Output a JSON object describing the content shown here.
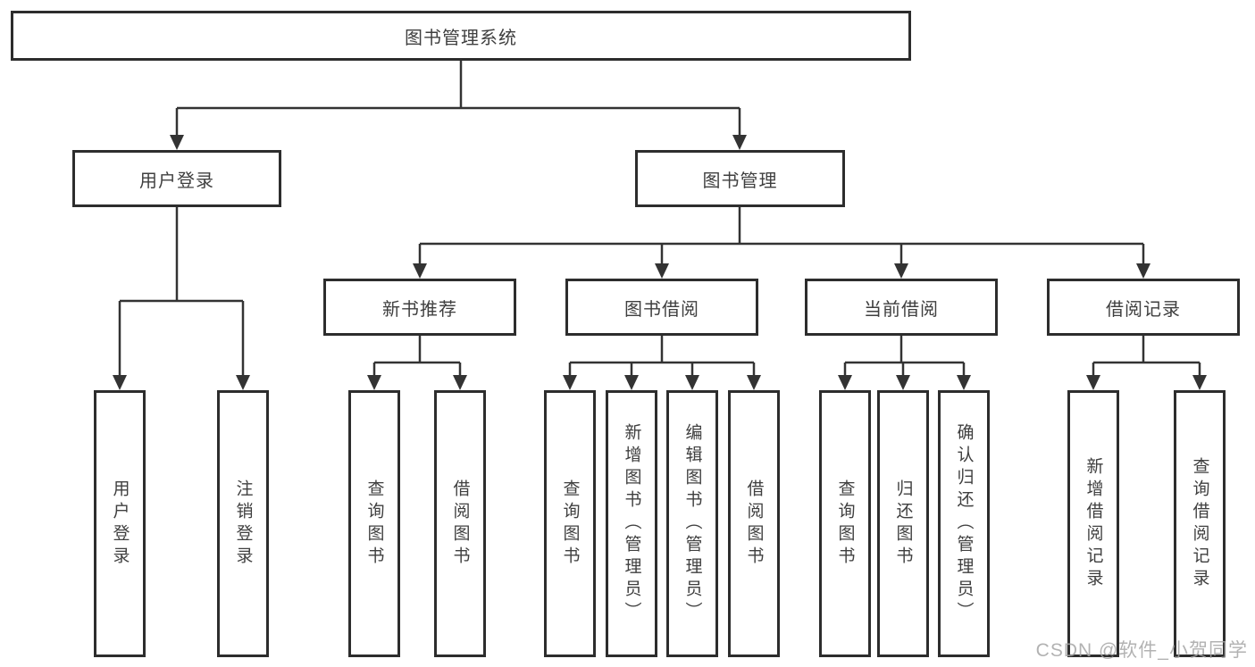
{
  "tree": {
    "label": "图书管理系统",
    "children": [
      {
        "label": "用户登录",
        "children": [
          {
            "label": "用户登录"
          },
          {
            "label": "注销登录"
          }
        ]
      },
      {
        "label": "图书管理",
        "children": [
          {
            "label": "新书推荐",
            "children": [
              {
                "label": "查询图书"
              },
              {
                "label": "借阅图书"
              }
            ]
          },
          {
            "label": "图书借阅",
            "children": [
              {
                "label": "查询图书"
              },
              {
                "label": "新增图书（管理员）"
              },
              {
                "label": "编辑图书（管理员）"
              },
              {
                "label": "借阅图书"
              }
            ]
          },
          {
            "label": "当前借阅",
            "children": [
              {
                "label": "查询图书"
              },
              {
                "label": "归还图书"
              },
              {
                "label": "确认归还（管理员）"
              }
            ]
          },
          {
            "label": "借阅记录",
            "children": [
              {
                "label": "新增借阅记录"
              },
              {
                "label": "查询借阅记录"
              }
            ]
          }
        ]
      }
    ]
  },
  "watermark": "CSDN @软件_小贺同学",
  "colors": {
    "line": "#333333",
    "box_border": "#2d2d2d",
    "box_fill": "#ffffff",
    "text": "#3f3f3f",
    "watermark": "#a5a5a5"
  }
}
